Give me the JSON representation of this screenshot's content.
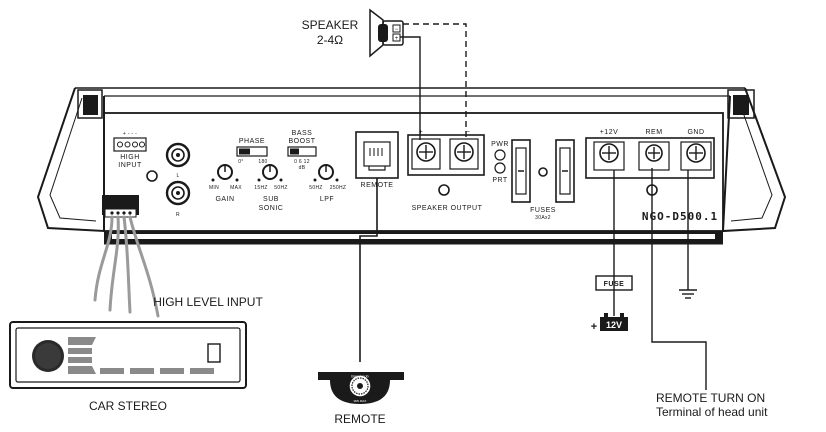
{
  "labels": {
    "speaker": "SPEAKER",
    "speaker_impedance": "2-4Ω",
    "high_input": "HIGH\nINPUT",
    "high_input_pins": "+ - - -",
    "phase": "PHASE",
    "phase_left": "0°",
    "phase_right": "180",
    "bass_boost": "BASS\nBOOST",
    "boost_scale": "0  6  12",
    "boost_unit": "dB",
    "gain": "GAIN",
    "gain_min": "MIN",
    "gain_max": "MAX",
    "sub_sonic": "SUB\nSONIC",
    "sub_left": "15HZ",
    "sub_right": "50HZ",
    "lpf": "LPF",
    "lpf_left": "50HZ",
    "lpf_right": "250HZ",
    "rca_l": "L",
    "rca_r": "R",
    "remote_port": "REMOTE",
    "speaker_output": "SPEAKER OUTPUT",
    "term_plus": "+",
    "term_minus": "−",
    "pwr": "PWR",
    "prt": "PRT",
    "fuses": "FUSES",
    "fuses_rating": "30Ax2",
    "term_12v": "+12V",
    "term_rem": "REM",
    "term_gnd": "GND",
    "model": "NGO-D500.1",
    "fuse_box": "FUSE",
    "battery": "12V",
    "battery_plus": "+",
    "high_level_input": "HIGH LEVEL INPUT",
    "car_stereo": "CAR STEREO",
    "remote_knob": "REMOTE",
    "remote_knob_brand": "Bassknob",
    "remote_knob_minmax": "MIN  MAX",
    "remote_turn_on": "REMOTE TURN ON",
    "terminal_head_unit": "Terminal of head unit"
  },
  "colors": {
    "line": "#1a1a1a",
    "wire": "#9a9a9a",
    "body": "#ffffff",
    "stereo_dark": "#2a2a2a",
    "stereo_gray": "#8a8a8a"
  }
}
